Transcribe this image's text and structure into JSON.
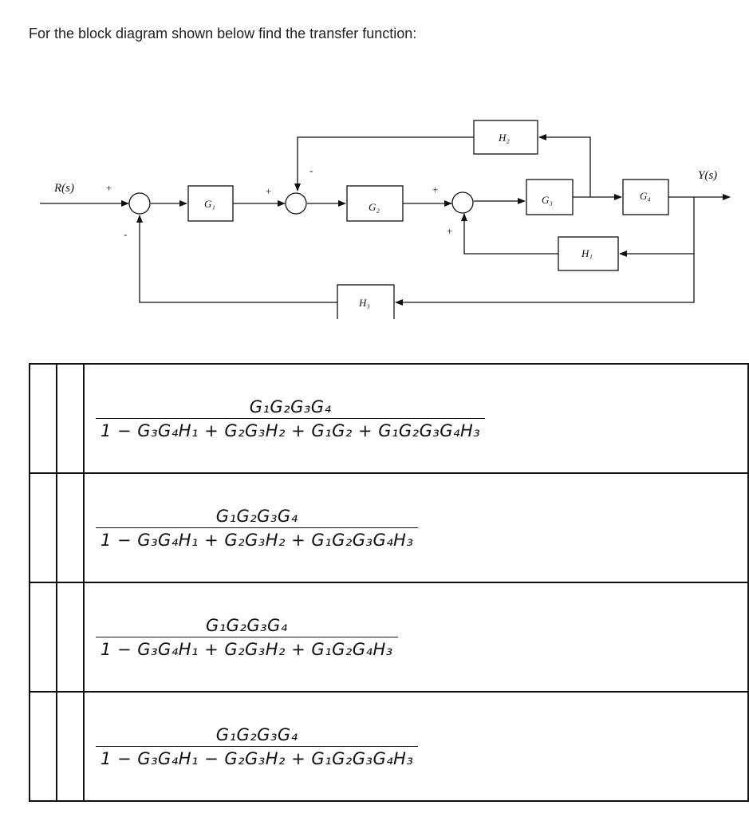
{
  "question": "For the block diagram shown below find the transfer function:",
  "diagram": {
    "input_label": "R(s)",
    "output_label": "Y(s)",
    "blocks": {
      "G1": "G₁",
      "G2": "G₂",
      "G3": "G₃",
      "G4": "G₄",
      "H1": "H₁",
      "H2": "H₂",
      "H3": "H₃"
    },
    "signs": {
      "sum1_in": "+",
      "sum1_fb": "-",
      "sum2_in": "+",
      "sum2_fb": "-",
      "sum3_in": "+",
      "sum3_fb": "+"
    }
  },
  "options": [
    {
      "numerator": "G₁G₂G₃G₄",
      "denominator": "1 − G₃G₄H₁ + G₂G₃H₂ + G₁G₂ + G₁G₂G₃G₄H₃"
    },
    {
      "numerator": "G₁G₂G₃G₄",
      "denominator": "1 − G₃G₄H₁ + G₂G₃H₂ + G₁G₂G₃G₄H₃"
    },
    {
      "numerator": "G₁G₂G₃G₄",
      "denominator": "1 − G₃G₄H₁ + G₂G₃H₂ + G₁G₂G₄H₃"
    },
    {
      "numerator": "G₁G₂G₃G₄",
      "denominator": "1 − G₃G₄H₁ − G₂G₃H₂ + G₁G₂G₃G₄H₃"
    }
  ]
}
